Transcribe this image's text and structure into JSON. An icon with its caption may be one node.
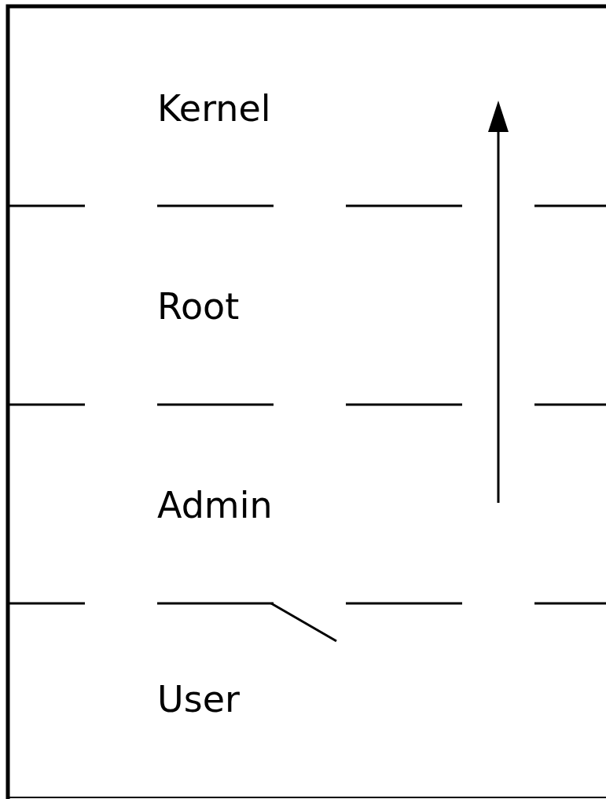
{
  "diagram": {
    "nodes": [
      {
        "text": [
          "Kernel"
        ]
      },
      {
        "text": [
          "Root"
        ]
      },
      {
        "text": [
          "Admin"
        ]
      },
      {
        "text": [
          "User"
        ]
      }
    ]
  }
}
